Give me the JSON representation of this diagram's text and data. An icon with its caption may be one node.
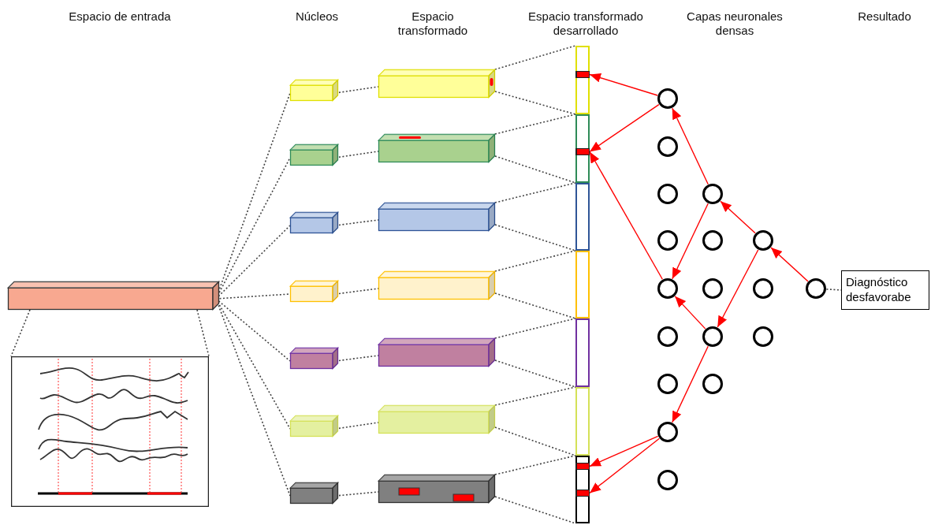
{
  "diagram": {
    "nodes": [
      {
        "text": [],
        "shape": "box"
      },
      {
        "text": [],
        "shape": "picture"
      },
      {
        "text": [],
        "shape": "box"
      },
      {
        "text": [],
        "shape": "box"
      },
      {
        "text": [],
        "shape": "box"
      },
      {
        "text": [],
        "shape": "box"
      },
      {
        "text": [],
        "shape": "box"
      },
      {
        "text": [],
        "shape": "box"
      },
      {
        "text": [],
        "shape": "box"
      },
      {
        "text": [],
        "shape": "box"
      },
      {
        "text": [],
        "shape": "box"
      },
      {
        "text": [],
        "shape": "box"
      },
      {
        "text": [],
        "shape": "box"
      },
      {
        "text": [],
        "shape": "box"
      },
      {
        "text": [],
        "shape": "box"
      },
      {
        "text": [],
        "shape": "box"
      },
      {
        "text": [],
        "shape": "bar"
      },
      {
        "text": [],
        "shape": "bar"
      },
      {
        "text": [],
        "shape": "bar"
      },
      {
        "text": [],
        "shape": "bar"
      },
      {
        "text": [],
        "shape": "bar"
      },
      {
        "text": [],
        "shape": "bar"
      },
      {
        "text": [],
        "shape": "bar"
      },
      {
        "text": [],
        "shape": "bar",
        "in": 16
      },
      {
        "text": [],
        "shape": "bar",
        "in": 17
      },
      {
        "text": [],
        "shape": "bar",
        "in": 22
      },
      {
        "text": [],
        "shape": "bar",
        "in": 22
      },
      {
        "text": [],
        "shape": "circle"
      },
      {
        "text": [],
        "shape": "circle"
      },
      {
        "text": [],
        "shape": "circle"
      },
      {
        "text": [],
        "shape": "circle"
      },
      {
        "text": [],
        "shape": "circle"
      },
      {
        "text": [],
        "shape": "circle"
      },
      {
        "text": [],
        "shape": "circle"
      },
      {
        "text": [],
        "shape": "circle"
      },
      {
        "text": [],
        "shape": "circle"
      },
      {
        "text": [],
        "shape": "circle"
      },
      {
        "text": [],
        "shape": "circle"
      },
      {
        "text": [],
        "shape": "circle"
      },
      {
        "text": [],
        "shape": "circle"
      },
      {
        "text": [],
        "shape": "circle"
      },
      {
        "text": [],
        "shape": "circle"
      },
      {
        "text": [],
        "shape": "circle"
      },
      {
        "text": [],
        "shape": "circle"
      },
      {
        "text": [],
        "shape": "circle"
      },
      {
        "text": [
          "Diagnóstico desfavorabe"
        ]
      }
    ],
    "edges": [
      {
        "from": 0,
        "to": 1,
        "arrow": "none",
        "style": "dashed"
      },
      {
        "from": 0,
        "to": 1,
        "arrow": "none",
        "style": "dashed"
      },
      {
        "from": 0,
        "to": 2,
        "arrow": "none",
        "style": "dashed"
      },
      {
        "from": 0,
        "to": 3,
        "arrow": "none",
        "style": "dashed"
      },
      {
        "from": 0,
        "to": 4,
        "arrow": "none",
        "style": "dashed"
      },
      {
        "from": 0,
        "to": 5,
        "arrow": "none",
        "style": "dashed"
      },
      {
        "from": 0,
        "to": 6,
        "arrow": "none",
        "style": "dashed"
      },
      {
        "from": 0,
        "to": 7,
        "arrow": "none",
        "style": "dashed"
      },
      {
        "from": 0,
        "to": 8,
        "arrow": "none",
        "style": "dashed"
      },
      {
        "from": 2,
        "to": 9,
        "arrow": "none",
        "style": "dashed"
      },
      {
        "from": 3,
        "to": 10,
        "arrow": "none",
        "style": "dashed"
      },
      {
        "from": 4,
        "to": 11,
        "arrow": "none",
        "style": "dashed"
      },
      {
        "from": 5,
        "to": 12,
        "arrow": "none",
        "style": "dashed"
      },
      {
        "from": 6,
        "to": 13,
        "arrow": "none",
        "style": "dashed"
      },
      {
        "from": 7,
        "to": 14,
        "arrow": "none",
        "style": "dashed"
      },
      {
        "from": 8,
        "to": 15,
        "arrow": "none",
        "style": "dashed"
      },
      {
        "from": 9,
        "to": 16,
        "arrow": "none",
        "style": "dashed"
      },
      {
        "from": 9,
        "to": 16,
        "arrow": "none",
        "style": "dashed"
      },
      {
        "from": 10,
        "to": 17,
        "arrow": "none",
        "style": "dashed"
      },
      {
        "from": 10,
        "to": 17,
        "arrow": "none",
        "style": "dashed"
      },
      {
        "from": 11,
        "to": 18,
        "arrow": "none",
        "style": "dashed"
      },
      {
        "from": 11,
        "to": 18,
        "arrow": "none",
        "style": "dashed"
      },
      {
        "from": 12,
        "to": 19,
        "arrow": "none",
        "style": "dashed"
      },
      {
        "from": 12,
        "to": 19,
        "arrow": "none",
        "style": "dashed"
      },
      {
        "from": 13,
        "to": 20,
        "arrow": "none",
        "style": "dashed"
      },
      {
        "from": 13,
        "to": 20,
        "arrow": "none",
        "style": "dashed"
      },
      {
        "from": 14,
        "to": 21,
        "arrow": "none",
        "style": "dashed"
      },
      {
        "from": 14,
        "to": 21,
        "arrow": "none",
        "style": "dashed"
      },
      {
        "from": 15,
        "to": 22,
        "arrow": "none",
        "style": "dashed"
      },
      {
        "from": 15,
        "to": 22,
        "arrow": "none",
        "style": "dashed"
      },
      {
        "from": 27,
        "to": 23,
        "arrow": "to",
        "color": "#ff0000"
      },
      {
        "from": 27,
        "to": 24,
        "arrow": "to",
        "color": "#ff0000"
      },
      {
        "from": 31,
        "to": 24,
        "arrow": "to",
        "color": "#ff0000"
      },
      {
        "from": 36,
        "to": 27,
        "arrow": "to",
        "color": "#ff0000"
      },
      {
        "from": 36,
        "to": 31,
        "arrow": "to",
        "color": "#ff0000"
      },
      {
        "from": 41,
        "to": 36,
        "arrow": "to",
        "color": "#ff0000"
      },
      {
        "from": 41,
        "to": 39,
        "arrow": "to",
        "color": "#ff0000"
      },
      {
        "from": 44,
        "to": 41,
        "arrow": "to",
        "color": "#ff0000"
      },
      {
        "from": 39,
        "to": 31,
        "arrow": "to",
        "color": "#ff0000"
      },
      {
        "from": 39,
        "to": 34,
        "arrow": "to",
        "color": "#ff0000"
      },
      {
        "from": 34,
        "to": 25,
        "arrow": "to",
        "color": "#ff0000"
      },
      {
        "from": 34,
        "to": 26,
        "arrow": "to",
        "color": "#ff0000"
      },
      {
        "from": 44,
        "to": 45,
        "arrow": "none",
        "style": "dashed"
      }
    ],
    "labels": [
      "Espacio de entrada",
      "Núcleos",
      "Espacio transformado",
      "Espacio transformado desarrollado",
      "Capas neuronales densas",
      "Resultado"
    ]
  }
}
